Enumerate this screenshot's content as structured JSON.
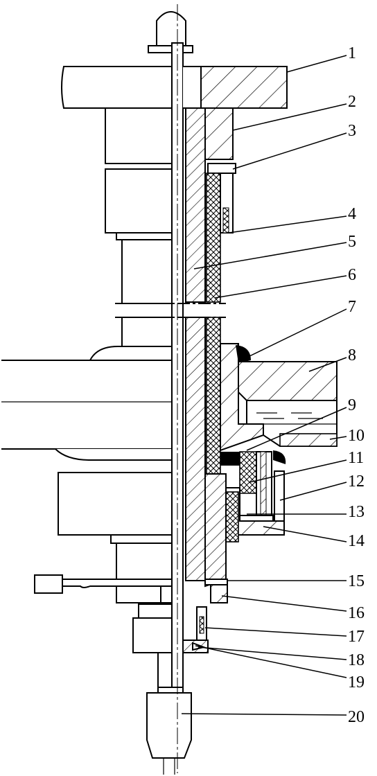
{
  "diagram": {
    "callouts": [
      "1",
      "2",
      "3",
      "4",
      "5",
      "6",
      "7",
      "8",
      "9",
      "10",
      "11",
      "12",
      "13",
      "14",
      "15",
      "16",
      "17",
      "18",
      "19",
      "20"
    ],
    "line_color": "#000000",
    "background": "#ffffff"
  }
}
